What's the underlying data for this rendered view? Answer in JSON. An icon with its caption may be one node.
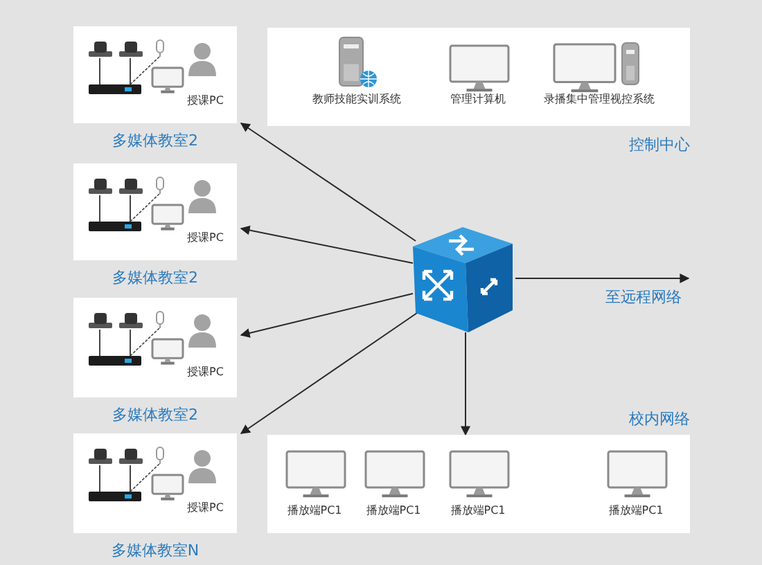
{
  "diagram": {
    "nodes": [
      {
        "text": [
          "授课PC",
          "多媒体教室2"
        ]
      },
      {
        "text": [
          "授课PC",
          "多媒体教室2"
        ]
      },
      {
        "text": [
          "授课PC",
          "多媒体教室2"
        ]
      },
      {
        "text": [
          "授课PC",
          "多媒体教室N"
        ]
      },
      {
        "text": [
          "控制中心"
        ]
      },
      {
        "text": [
          "教师技能实训系统"
        ],
        "in": 4
      },
      {
        "text": [
          "管理计算机"
        ],
        "in": 4
      },
      {
        "text": [
          "录播集中管理视控系统"
        ],
        "in": 4
      },
      {
        "text": [],
        "shape": "picture"
      },
      {
        "text": [
          "校内网络"
        ]
      },
      {
        "text": [
          "播放端PC1"
        ],
        "in": 9
      },
      {
        "text": [
          "播放端PC1"
        ],
        "in": 9
      },
      {
        "text": [
          "播放端PC1"
        ],
        "in": 9
      },
      {
        "text": [
          "播放端PC1"
        ],
        "in": 9
      }
    ],
    "edges": [
      {
        "from": 8,
        "to": 0,
        "arrow": "to"
      },
      {
        "from": 8,
        "to": 1,
        "arrow": "to"
      },
      {
        "from": 8,
        "to": 2,
        "arrow": "to"
      },
      {
        "from": 8,
        "to": 3,
        "arrow": "to"
      },
      {
        "from": 8,
        "to": null,
        "arrow": "to",
        "label": "至远程网络"
      },
      {
        "from": 8,
        "to": 9,
        "arrow": "to"
      }
    ]
  }
}
